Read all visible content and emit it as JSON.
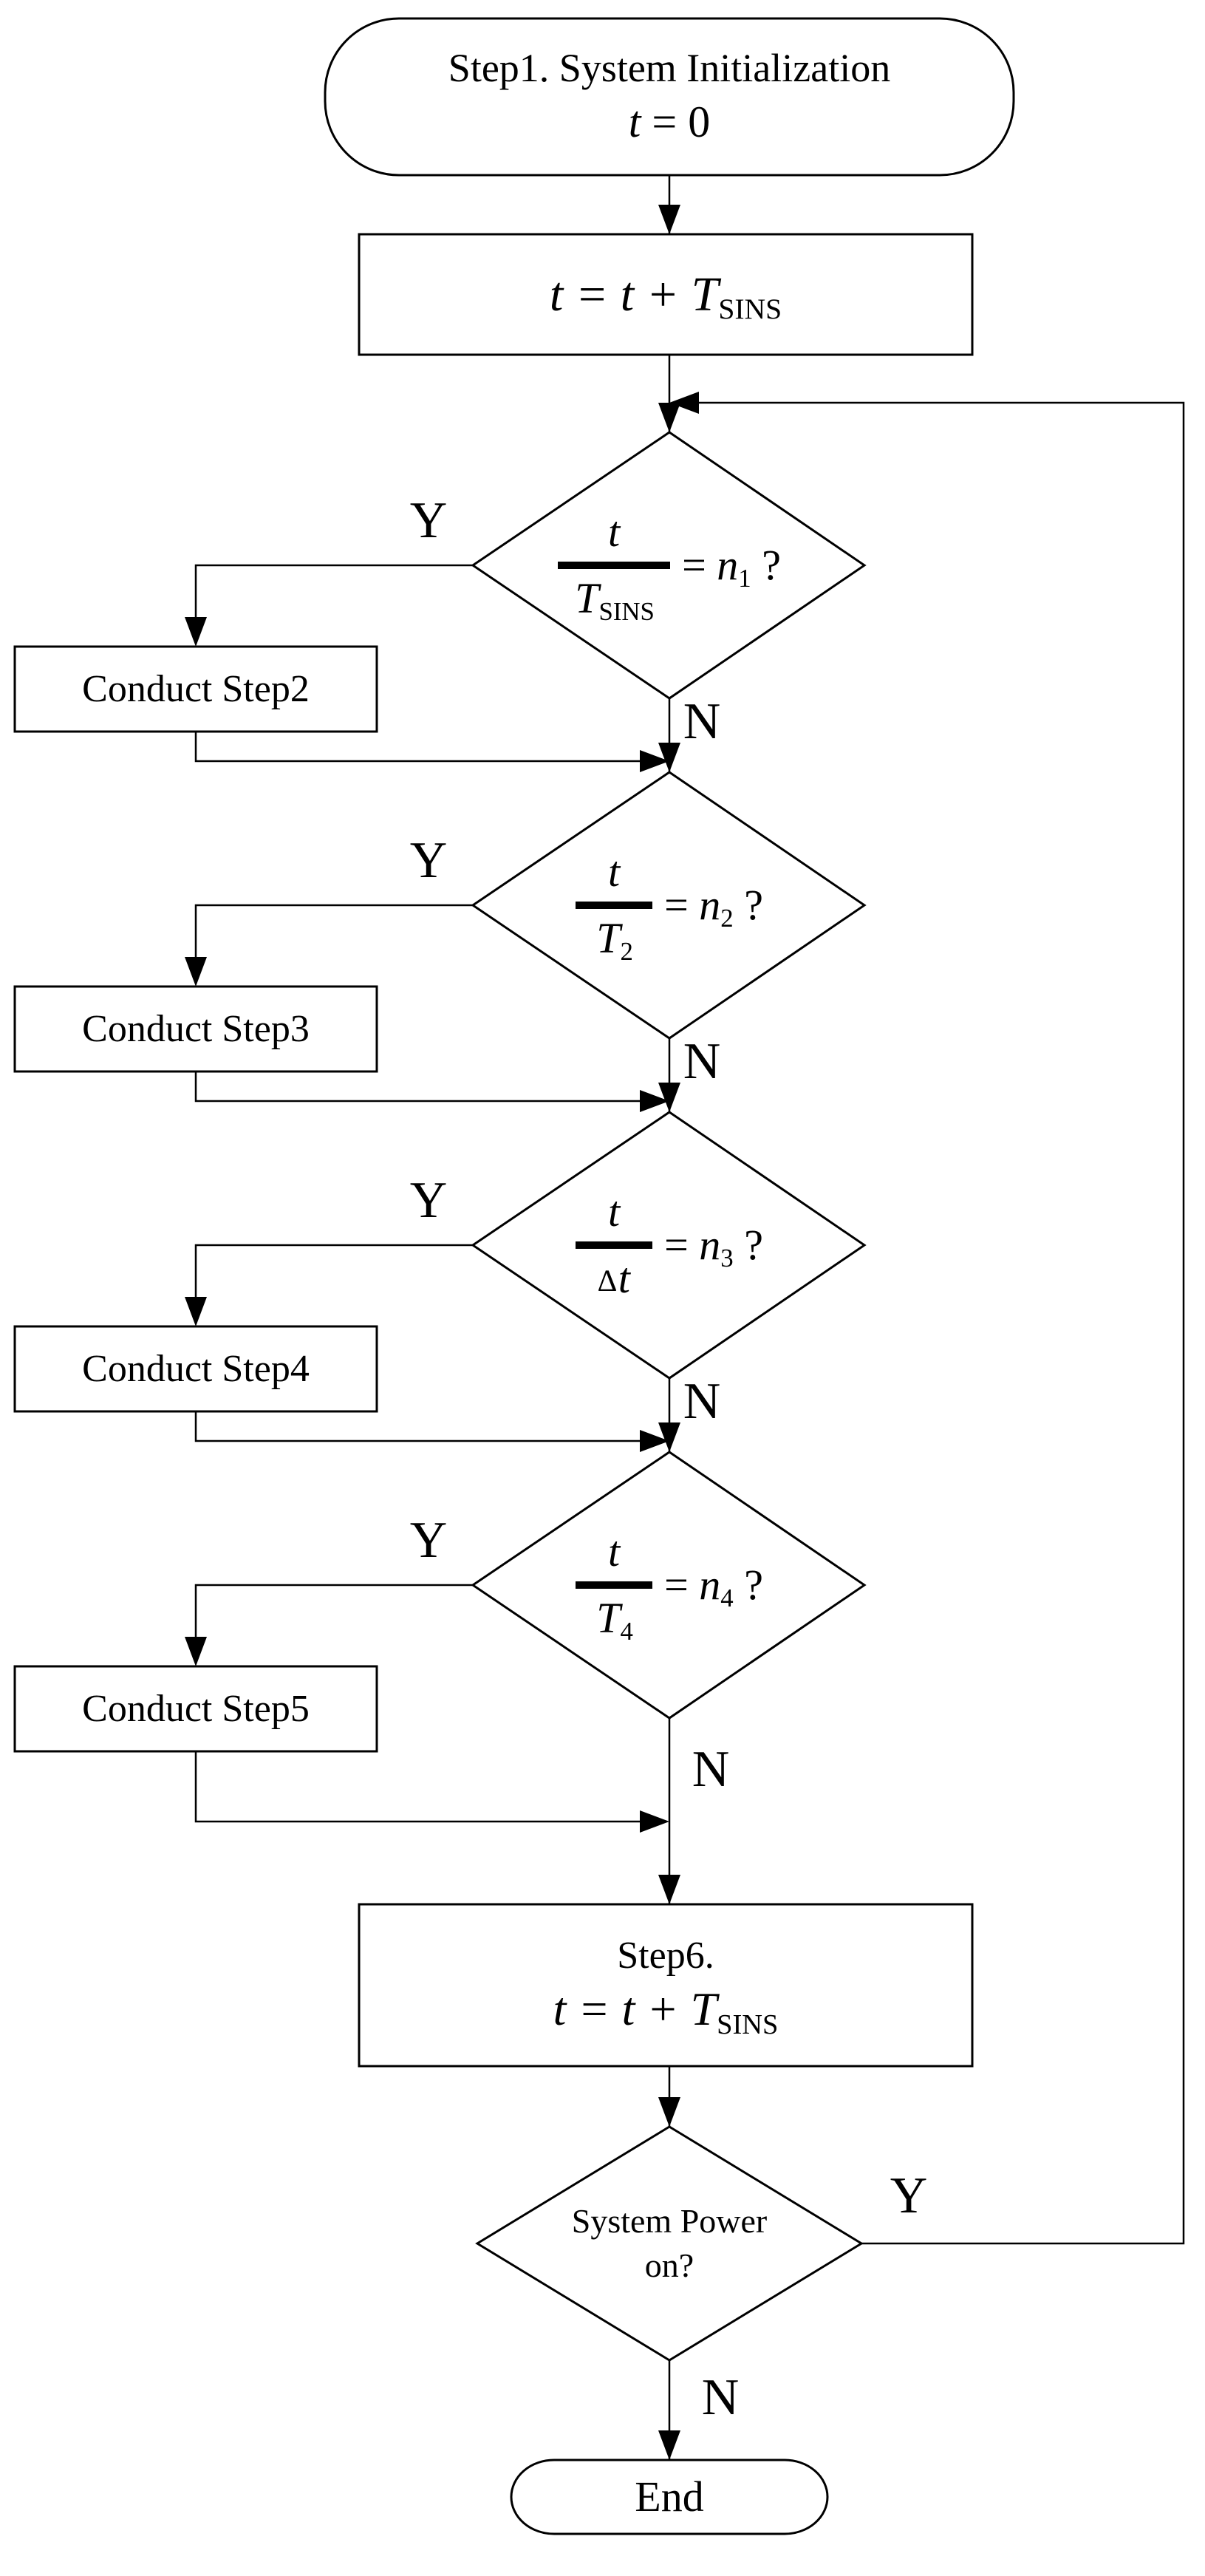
{
  "figure": {
    "background": "#ffffff",
    "line_color": "#000000",
    "type": "flowchart"
  },
  "start": {
    "line1": "Step1. System Initialization",
    "formula": {
      "var": "t",
      "rest": " = 0"
    }
  },
  "update": {
    "formula": {
      "main": "t = t + T",
      "sub": "SINS"
    }
  },
  "decisions": [
    {
      "frac": {
        "num": "t",
        "den_prefix": "",
        "den_var": "T",
        "den_sub": "SINS"
      },
      "eq": {
        "pre": "= ",
        "var": "n",
        "sub": "1",
        "post": " ?"
      },
      "yes": "Y",
      "no": "N",
      "action": "Conduct Step2"
    },
    {
      "frac": {
        "num": "t",
        "den_prefix": "",
        "den_var": "T",
        "den_sub": "2"
      },
      "eq": {
        "pre": "= ",
        "var": "n",
        "sub": "2",
        "post": " ?"
      },
      "yes": "Y",
      "no": "N",
      "action": "Conduct Step3"
    },
    {
      "frac": {
        "num": "t",
        "den_prefix": "∆",
        "den_var": "t",
        "den_sub": ""
      },
      "eq": {
        "pre": "= ",
        "var": "n",
        "sub": "3",
        "post": " ?"
      },
      "yes": "Y",
      "no": "N",
      "action": "Conduct Step4"
    },
    {
      "frac": {
        "num": "t",
        "den_prefix": "",
        "den_var": "T",
        "den_sub": "4"
      },
      "eq": {
        "pre": "= ",
        "var": "n",
        "sub": "4",
        "post": " ?"
      },
      "yes": "Y",
      "no": "N",
      "action": "Conduct Step5"
    }
  ],
  "step6": {
    "line1": "Step6.",
    "formula": {
      "main": "t = t + T",
      "sub": "SINS"
    }
  },
  "power": {
    "line1": "System Power",
    "line2": "on?",
    "yes": "Y",
    "no": "N"
  },
  "end": {
    "label": "End"
  }
}
